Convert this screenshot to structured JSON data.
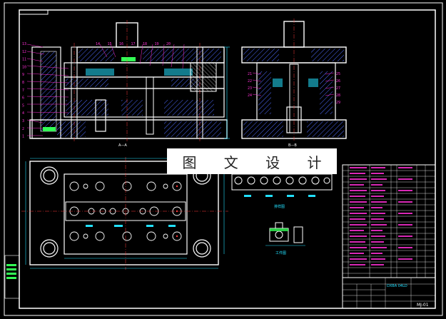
{
  "watermark": {
    "text": "图 文 设 计"
  },
  "labels": {
    "section_a": "A—A",
    "section_b": "B—B",
    "strip_layout": "排样图",
    "workpiece": "工件图",
    "drawing_number": "MJ-01",
    "title_block_text": "DXBA 04LD"
  },
  "callouts_left": [
    "13",
    "12",
    "11",
    "10",
    "9",
    "8",
    "7",
    "6",
    "5",
    "4",
    "3",
    "2",
    "1"
  ],
  "callouts_top": [
    "14",
    "15",
    "16",
    "17",
    "18",
    "19",
    "20"
  ],
  "callouts_right": [
    "21",
    "22",
    "23",
    "24",
    "25",
    "26",
    "27",
    "28",
    "29"
  ],
  "colors": {
    "background": "#000000",
    "frame": "#ffffff",
    "callout": "#ff2fd6",
    "dimension": "#22e0ff",
    "hatch": "#4d6bff",
    "part_green": "#33ff55"
  }
}
